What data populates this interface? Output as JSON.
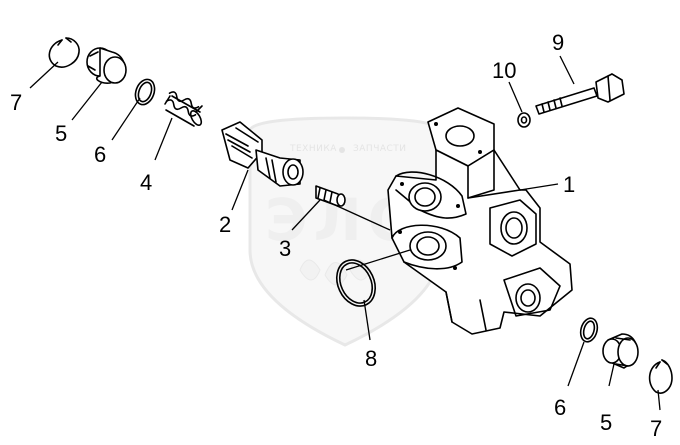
{
  "watermark": {
    "left_text": "ТЕХНИКА",
    "right_text": "ЗАПЧАСТИ",
    "logo_text": "ЭЛО"
  },
  "callouts": [
    {
      "id": "c1",
      "label": "1"
    },
    {
      "id": "c2",
      "label": "2"
    },
    {
      "id": "c3",
      "label": "3"
    },
    {
      "id": "c4",
      "label": "4"
    },
    {
      "id": "c5a",
      "label": "5"
    },
    {
      "id": "c5b",
      "label": "5"
    },
    {
      "id": "c6a",
      "label": "6"
    },
    {
      "id": "c6b",
      "label": "6"
    },
    {
      "id": "c7a",
      "label": "7"
    },
    {
      "id": "c7b",
      "label": "7"
    },
    {
      "id": "c8",
      "label": "8"
    },
    {
      "id": "c9",
      "label": "9"
    },
    {
      "id": "c10",
      "label": "10"
    }
  ]
}
